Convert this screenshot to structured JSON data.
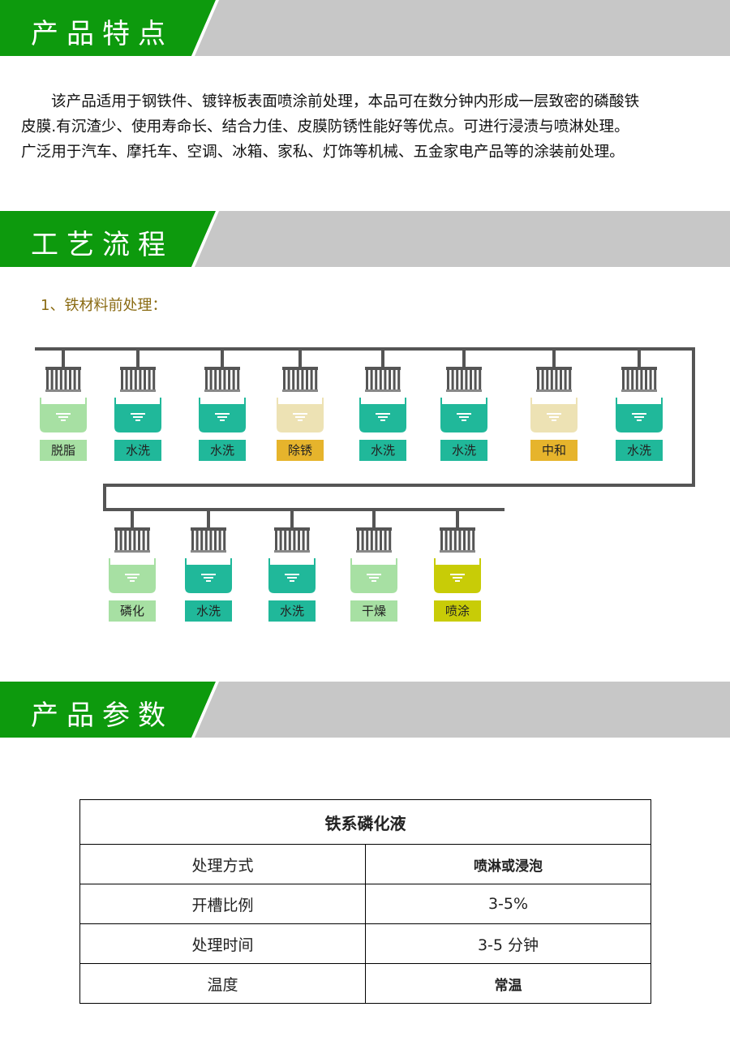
{
  "sections": {
    "features_title": "产品特点",
    "process_title": "工艺流程",
    "params_title": "产品参数"
  },
  "intro": {
    "line1": "该产品适用于钢铁件、镀锌板表面喷涂前处理，本品可在数分钟内形成一层致密的磷酸铁",
    "line2": "皮膜.有沉渣少、使用寿命长、结合力佳、皮膜防锈性能好等优点。可进行浸渍与喷淋处理。",
    "line3": "广泛用于汽车、摩托车、空调、冰箱、家私、灯饰等机械、五金家电产品等的涂装前处理。"
  },
  "process": {
    "step_heading": "1、铁材料前处理：",
    "row1": [
      {
        "label": "脱脂",
        "liquid": "#a7e0a3",
        "tag": "#a7e0a3"
      },
      {
        "label": "水洗",
        "liquid": "#20b89a",
        "tag": "#20b89a"
      },
      {
        "label": "水洗",
        "liquid": "#20b89a",
        "tag": "#20b89a"
      },
      {
        "label": "除锈",
        "liquid": "#ede2b4",
        "tag": "#e6b42c"
      },
      {
        "label": "水洗",
        "liquid": "#20b89a",
        "tag": "#20b89a"
      },
      {
        "label": "水洗",
        "liquid": "#20b89a",
        "tag": "#20b89a"
      },
      {
        "label": "中和",
        "liquid": "#ede2b4",
        "tag": "#e6b42c"
      },
      {
        "label": "水洗",
        "liquid": "#20b89a",
        "tag": "#20b89a"
      }
    ],
    "row2": [
      {
        "label": "磷化",
        "liquid": "#a7e0a3",
        "tag": "#a7e0a3"
      },
      {
        "label": "水洗",
        "liquid": "#20b89a",
        "tag": "#20b89a"
      },
      {
        "label": "水洗",
        "liquid": "#20b89a",
        "tag": "#20b89a"
      },
      {
        "label": "干燥",
        "liquid": "#a7e0a3",
        "tag": "#a7e0a3"
      },
      {
        "label": "喷涂",
        "liquid": "#c8cc07",
        "tag": "#c8cc07"
      }
    ]
  },
  "params_table": {
    "header": "铁系磷化液",
    "rows": [
      {
        "name": "处理方式",
        "value": "喷淋或浸泡"
      },
      {
        "name": "开槽比例",
        "value": "3-5%"
      },
      {
        "name": "处理时间",
        "value": "3-5 分钟"
      },
      {
        "name": "温度",
        "value": "常温"
      }
    ]
  },
  "colors": {
    "banner_green": "#0d9a0d",
    "banner_grey": "#c7c7c7",
    "rail": "#555555",
    "rack": "#555555"
  }
}
